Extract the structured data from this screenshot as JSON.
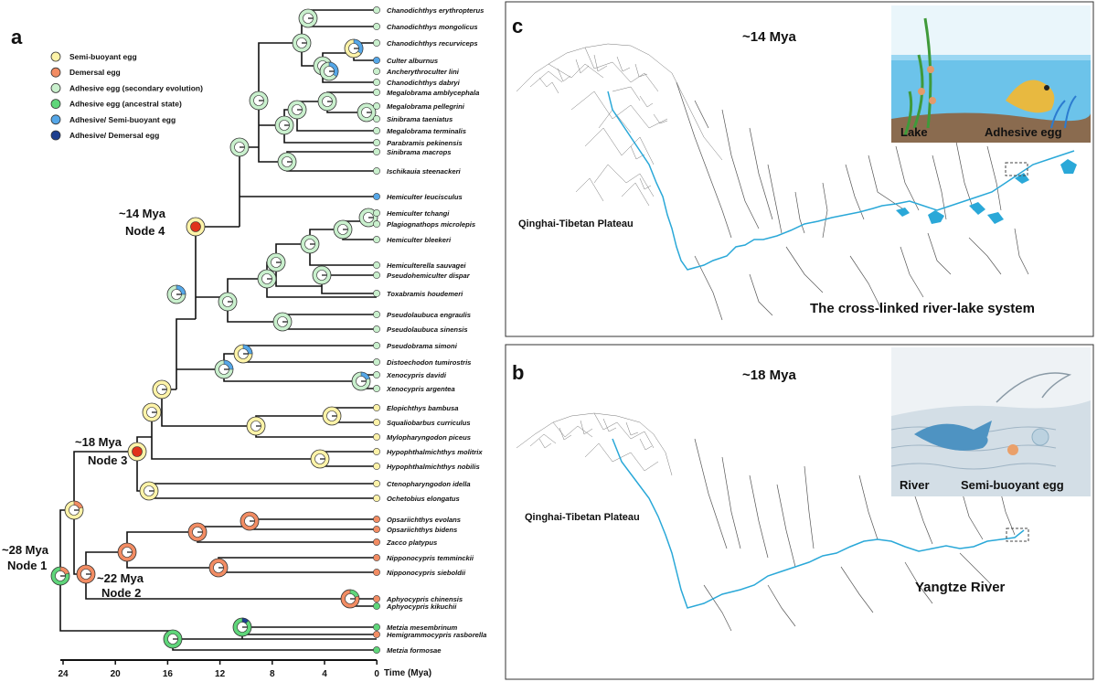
{
  "panel_a": {
    "label": "a",
    "legend": [
      {
        "label": "Semi-buoyant egg",
        "color": "#fdf3a8"
      },
      {
        "label": "Demersal egg",
        "color": "#f28c63"
      },
      {
        "label": "Adhesive egg (secondary evolution)",
        "color": "#c9f0cd"
      },
      {
        "label": "Adhesive egg (ancestral state)",
        "color": "#5fd67a"
      },
      {
        "label": "Adhesive/ Semi-buoyant egg",
        "color": "#55a7e8"
      },
      {
        "label": "Adhesive/ Demersal egg",
        "color": "#1e3f8f"
      }
    ],
    "species": [
      {
        "name": "Chanodichthys erythropterus",
        "state": "adh2"
      },
      {
        "name": "Chanodichthys mongolicus",
        "state": "adh2"
      },
      {
        "name": "Chanodichthys recurviceps",
        "state": "adh2"
      },
      {
        "name": "Culter alburnus",
        "state": "adhsemi"
      },
      {
        "name": "Ancherythroculter lini",
        "state": "adh2"
      },
      {
        "name": "Chanodichthys dabryi",
        "state": "adh2"
      },
      {
        "name": "Megalobrama amblycephala",
        "state": "adh2"
      },
      {
        "name": "Megalobrama pellegrini",
        "state": "adh2"
      },
      {
        "name": "Sinibrama taeniatus",
        "state": "adh2"
      },
      {
        "name": "Megalobrama terminalis",
        "state": "adh2"
      },
      {
        "name": "Parabramis pekinensis",
        "state": "adh2"
      },
      {
        "name": "Sinibrama macrops",
        "state": "adh2"
      },
      {
        "name": "Ischikauia steenackeri",
        "state": "adh2"
      },
      {
        "name": "Hemiculter leucisculus",
        "state": "adhsemi"
      },
      {
        "name": "Hemiculter tchangi",
        "state": "adh2"
      },
      {
        "name": "Plagiognathops microlepis",
        "state": "adh2"
      },
      {
        "name": "Hemiculter bleekeri",
        "state": "adh2"
      },
      {
        "name": "Hemiculterella sauvagei",
        "state": "adh2"
      },
      {
        "name": "Pseudohemiculter dispar",
        "state": "adh2"
      },
      {
        "name": "Toxabramis houdemeri",
        "state": "adh2"
      },
      {
        "name": "Pseudolaubuca engraulis",
        "state": "adh2"
      },
      {
        "name": "Pseudolaubuca sinensis",
        "state": "adh2"
      },
      {
        "name": "Pseudobrama simoni",
        "state": "adh2"
      },
      {
        "name": "Distoechodon tumirostris",
        "state": "adh2"
      },
      {
        "name": "Xenocypris davidi",
        "state": "adh2"
      },
      {
        "name": "Xenocypris argentea",
        "state": "adh2"
      },
      {
        "name": "Elopichthys bambusa",
        "state": "semi"
      },
      {
        "name": "Squaliobarbus curriculus",
        "state": "semi"
      },
      {
        "name": "Mylopharyngodon piceus",
        "state": "semi"
      },
      {
        "name": "Hypophthalmichthys molitrix",
        "state": "semi"
      },
      {
        "name": "Hypophthalmichthys nobilis",
        "state": "semi"
      },
      {
        "name": "Ctenopharyngodon idella",
        "state": "semi"
      },
      {
        "name": "Ochetobius elongatus",
        "state": "semi"
      },
      {
        "name": "Opsariichthys evolans",
        "state": "dem"
      },
      {
        "name": "Opsariichthys bidens",
        "state": "dem"
      },
      {
        "name": "Zacco platypus",
        "state": "dem"
      },
      {
        "name": "Nipponocypris temminckii",
        "state": "dem"
      },
      {
        "name": "Nipponocypris sieboldii",
        "state": "dem"
      },
      {
        "name": "Aphyocypris chinensis",
        "state": "dem"
      },
      {
        "name": "Aphyocypris kikuchii",
        "state": "adh1"
      },
      {
        "name": "Metzia mesembrinum",
        "state": "adh1"
      },
      {
        "name": "Hemigrammocypris rasborella",
        "state": "dem"
      },
      {
        "name": "Metzia formosae",
        "state": "adh1"
      }
    ],
    "nodes": [
      {
        "age": "~28 Mya",
        "name": "Node 1"
      },
      {
        "age": "~22 Mya",
        "name": "Node 2"
      },
      {
        "age": "~18 Mya",
        "name": "Node 3"
      },
      {
        "age": "~14 Mya",
        "name": "Node 4"
      }
    ],
    "axis": {
      "ticks": [
        "24",
        "20",
        "16",
        "12",
        "8",
        "4",
        "0"
      ],
      "label": "Time (Mya)"
    }
  },
  "panel_c": {
    "label": "c",
    "age": "~14 Mya",
    "plateau": "Qinghai-Tibetan Plateau",
    "caption": "The cross-linked river-lake system",
    "inset": {
      "left_label": "Lake",
      "right_label": "Adhesive egg"
    }
  },
  "panel_b": {
    "label": "b",
    "age": "~18 Mya",
    "plateau": "Qinghai-Tibetan Plateau",
    "caption": "Yangtze River",
    "inset": {
      "left_label": "River",
      "right_label": "Semi-buoyant egg"
    }
  },
  "colors": {
    "semi": "#fdf3a8",
    "dem": "#f28c63",
    "adh2": "#c9f0cd",
    "adh1": "#5fd67a",
    "adhsemi": "#55a7e8",
    "adhdem": "#1e3f8f",
    "red_node": "#e0321c",
    "river": "#2aa8d8"
  }
}
